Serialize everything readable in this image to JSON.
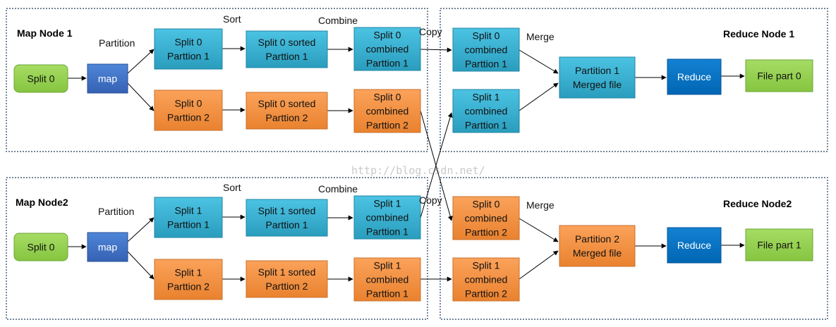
{
  "watermark": "http://blog.csdn.net/",
  "colors": {
    "green": "#92d050",
    "cyan": "#31b0d0",
    "orange": "#f79646",
    "blue_map": "#3a6fc6",
    "blue_reduce": "#0070c0",
    "border": "#1f3b5a",
    "arrow": "#000000"
  },
  "nodes": {
    "map1": {
      "title": "Map Node 1",
      "labels": {
        "partition": "Partition",
        "sort": "Sort",
        "combine": "Combine",
        "copy": "Copy"
      },
      "split": [
        "Split 0"
      ],
      "map": [
        "map"
      ],
      "p1": [
        "Split 0",
        "Parttion 1"
      ],
      "p2": [
        "Split 0",
        "Parttion 2"
      ],
      "s1": [
        "Split 0 sorted",
        "Parttion 1"
      ],
      "s2": [
        "Split 0 sorted",
        "Parttion 2"
      ],
      "c1": [
        "Split 0",
        "combined",
        "Parttion 1"
      ],
      "c2": [
        "Split 0",
        "combined",
        "Parttion 2"
      ]
    },
    "map2": {
      "title": "Map Node2",
      "labels": {
        "partition": "Partition",
        "sort": "Sort",
        "combine": "Combine",
        "copy": "Copy"
      },
      "split": [
        "Split 0"
      ],
      "map": [
        "map"
      ],
      "p1": [
        "Split 1",
        "Parttion 1"
      ],
      "p2": [
        "Split 1",
        "Parttion 2"
      ],
      "s1": [
        "Split 1 sorted",
        "Parttion 1"
      ],
      "s2": [
        "Split 1 sorted",
        "Parttion 2"
      ],
      "c1": [
        "Split 1",
        "combined",
        "Parttion 1"
      ],
      "c2": [
        "Split 1",
        "combined",
        "Parttion 1"
      ]
    },
    "reduce1": {
      "title": "Reduce Node 1",
      "labels": {
        "merge": "Merge"
      },
      "in1": [
        "Split 0",
        "combined",
        "Parttion 1"
      ],
      "in2": [
        "Split 1",
        "combined",
        "Parttion 1"
      ],
      "merged": [
        "Partition 1",
        "Merged file"
      ],
      "reduce": [
        "Reduce"
      ],
      "out": [
        "File part 0"
      ]
    },
    "reduce2": {
      "title": "Reduce Node2",
      "labels": {
        "merge": "Merge"
      },
      "in1": [
        "Split 0",
        "combined",
        "Parttion 2"
      ],
      "in2": [
        "Split 1",
        "combined",
        "Parttion 2"
      ],
      "merged": [
        "Partition 2",
        "Merged file"
      ],
      "reduce": [
        "Reduce"
      ],
      "out": [
        "File part 1"
      ]
    }
  }
}
